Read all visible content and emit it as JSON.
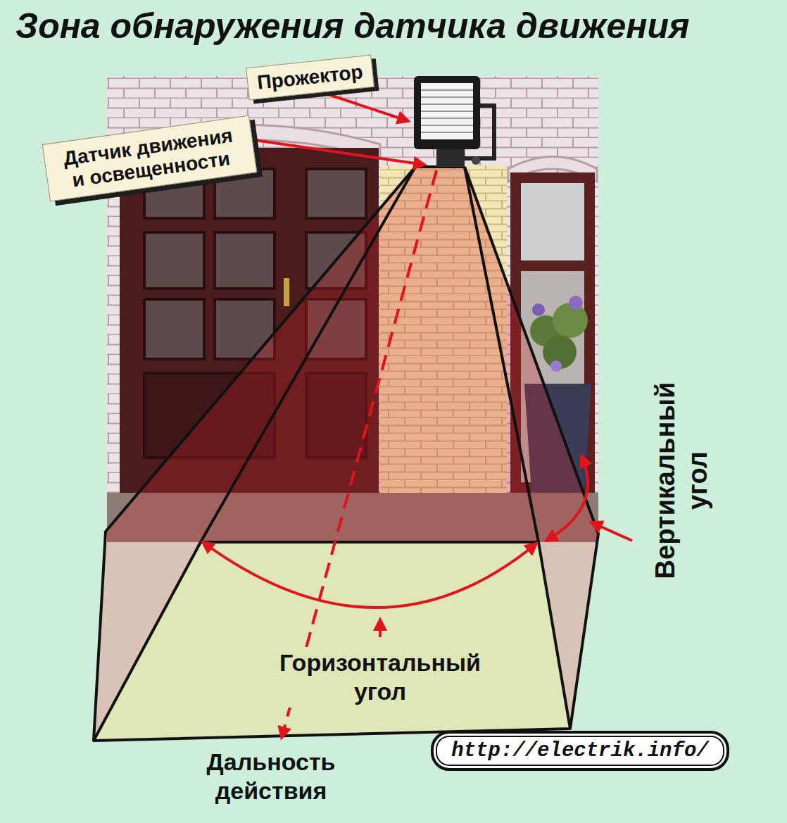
{
  "diagram": {
    "title": "Зона обнаружения датчика движения",
    "nodes": [
      {
        "text": [
          "Прожектор"
        ]
      },
      {
        "text": [
          "Датчик движения и освещенности"
        ]
      },
      {
        "text": [
          "http://electrik.info/"
        ]
      }
    ],
    "labels": [
      "Вертикальный угол",
      "Горизонтальный угол",
      "Дальность действия"
    ]
  }
}
